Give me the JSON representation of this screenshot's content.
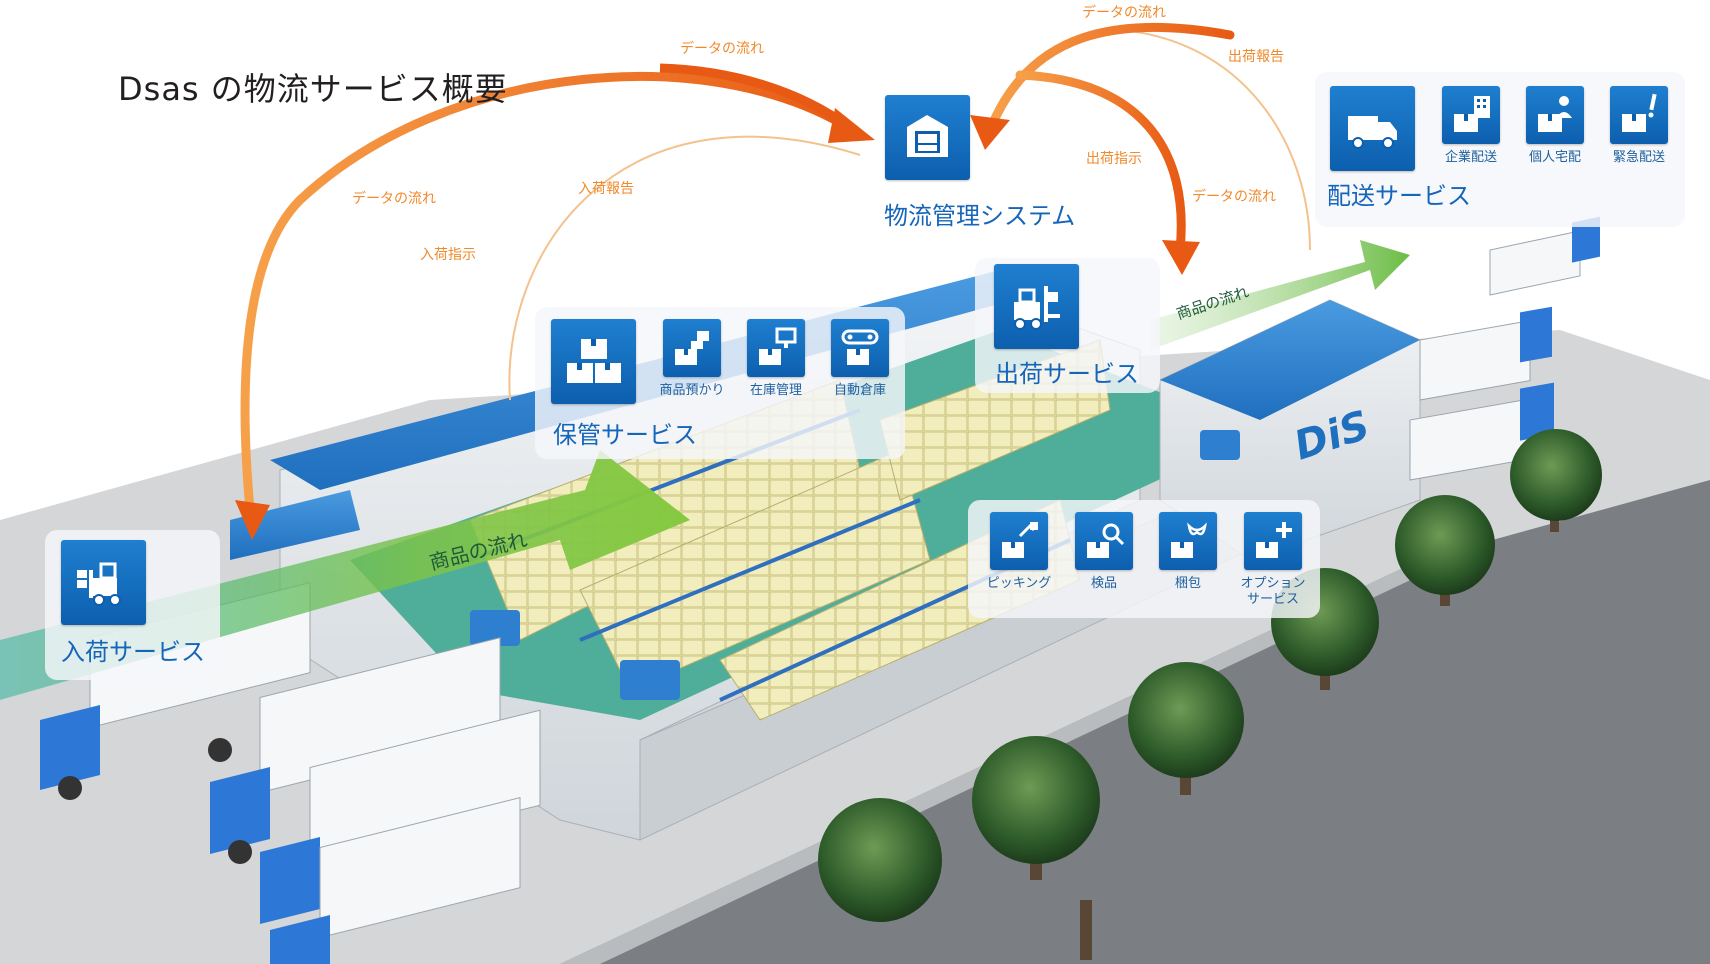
{
  "title": "Dsas の物流サービス概要",
  "system": {
    "label": "物流管理システム",
    "icon": "truck-garage-icon"
  },
  "flow_labels": {
    "data_flow_left": "データの流れ",
    "data_flow_top": "データの流れ",
    "data_flow_top_right": "データの流れ",
    "data_flow_right": "データの流れ",
    "inbound_instruction": "入荷指示",
    "inbound_report": "入荷報告",
    "outbound_instruction": "出荷指示",
    "outbound_report": "出荷報告",
    "goods_flow_main": "商品の流れ",
    "goods_flow_right": "商品の流れ"
  },
  "services": {
    "inbound": {
      "label": "入荷サービス",
      "icon": "forklift-icon"
    },
    "storage": {
      "label": "保管サービス",
      "icon": "boxes-icon",
      "items": [
        {
          "label": "商品預かり",
          "icon": "box-deposit-icon"
        },
        {
          "label": "在庫管理",
          "icon": "inventory-monitor-icon"
        },
        {
          "label": "自動倉庫",
          "icon": "conveyor-icon"
        }
      ]
    },
    "outbound": {
      "label": "出荷サービス",
      "icon": "forklift-icon",
      "items": [
        {
          "label": "ピッキング",
          "icon": "picking-icon"
        },
        {
          "label": "検品",
          "icon": "inspect-icon"
        },
        {
          "label": "梱包",
          "icon": "ribbon-package-icon"
        },
        {
          "label": "オプション\nサービス",
          "icon": "plus-box-icon"
        }
      ]
    },
    "delivery": {
      "label": "配送サービス",
      "icon": "delivery-truck-icon",
      "items": [
        {
          "label": "企業配送",
          "icon": "building-box-icon"
        },
        {
          "label": "個人宅配",
          "icon": "person-box-icon"
        },
        {
          "label": "緊急配送",
          "icon": "urgent-box-icon"
        }
      ]
    }
  },
  "brand": {
    "logo_text": "DiS"
  },
  "colors": {
    "accent_blue": "#1565b9",
    "tile_blue": "#0d6ebf",
    "arrow_orange": "#ef6a1f",
    "flow_green": "#6cbd45",
    "label_orange": "#f08a2c"
  }
}
